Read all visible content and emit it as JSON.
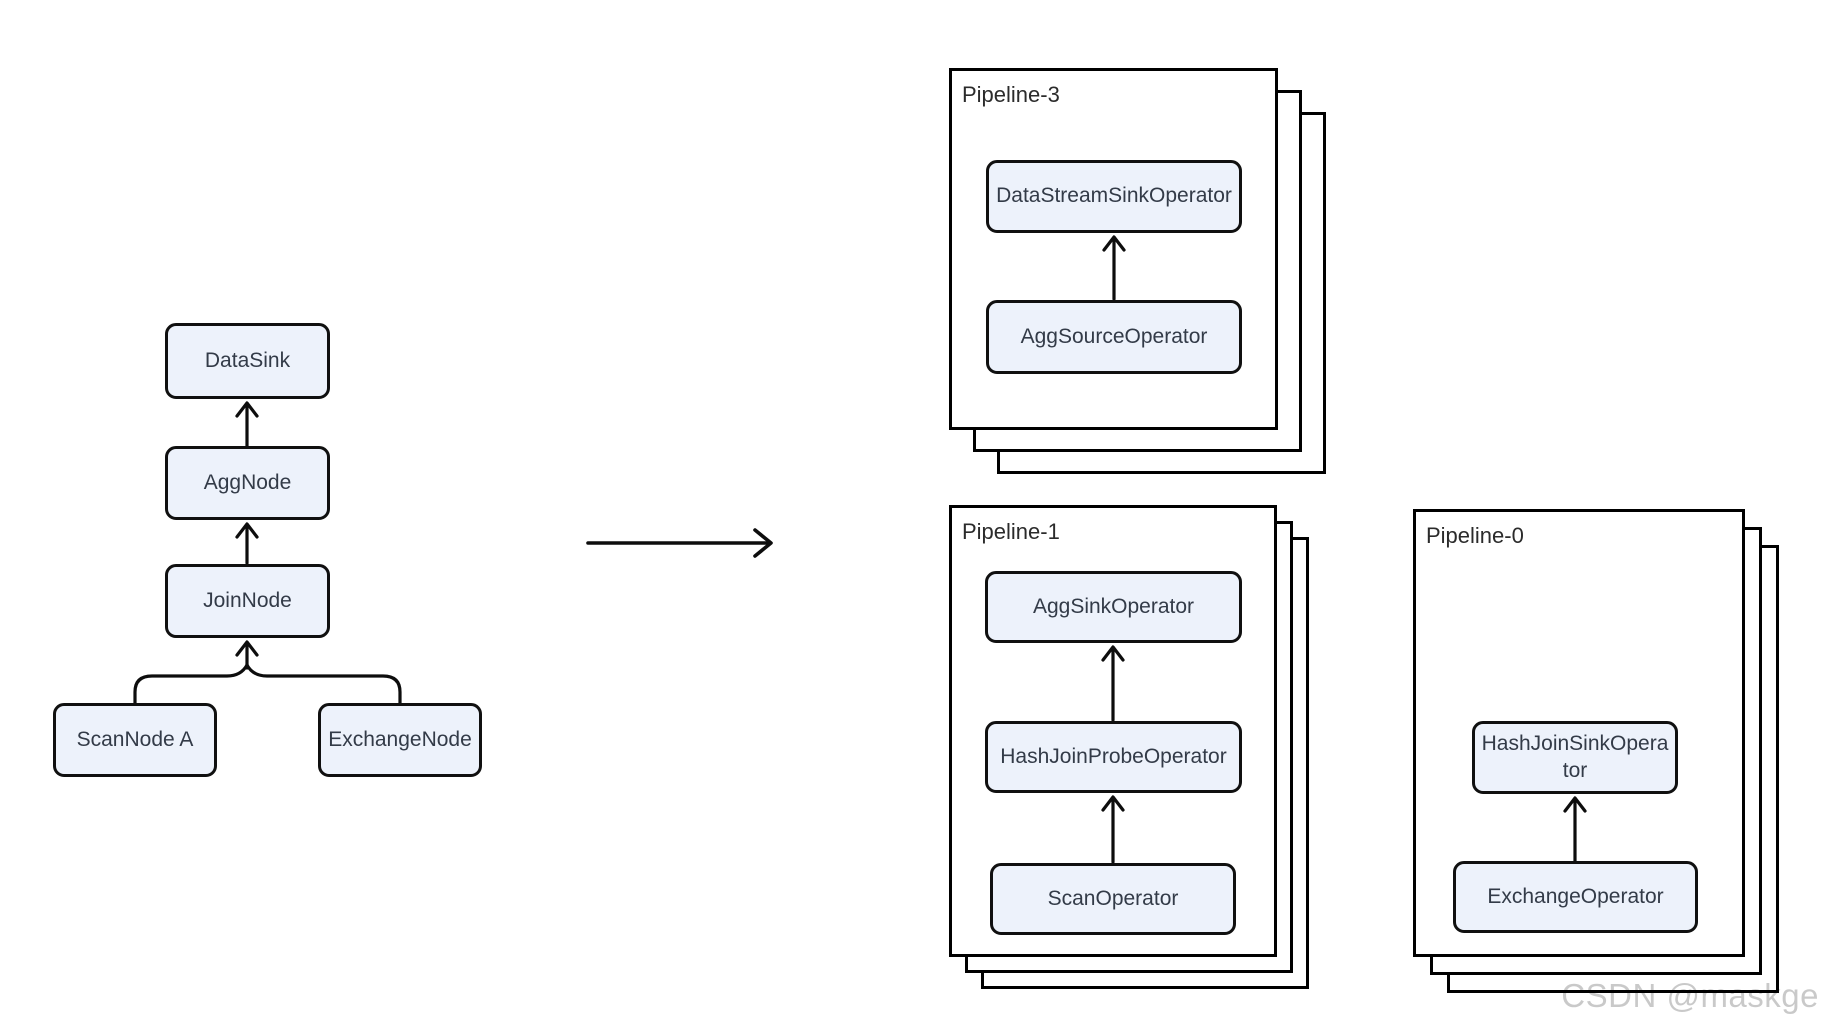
{
  "diagram": {
    "tree": {
      "nodes": [
        {
          "label": "DataSink"
        },
        {
          "label": "AggNode"
        },
        {
          "label": "JoinNode"
        },
        {
          "label": "ScanNode A"
        },
        {
          "label": "ExchangeNode"
        }
      ]
    },
    "pipelines": [
      {
        "label": "Pipeline-3",
        "operators": [
          {
            "label": "DataStreamSinkOperator"
          },
          {
            "label": "AggSourceOperator"
          }
        ]
      },
      {
        "label": "Pipeline-1",
        "operators": [
          {
            "label": "AggSinkOperator"
          },
          {
            "label": "HashJoinProbeOperator"
          },
          {
            "label": "ScanOperator"
          }
        ]
      },
      {
        "label": "Pipeline-0",
        "operators": [
          {
            "label": "HashJoinSinkOperator"
          },
          {
            "label": "ExchangeOperator"
          }
        ]
      }
    ],
    "watermark": "CSDN @maskge",
    "colors": {
      "node_fill": "#edf2fb",
      "node_border": "#101010",
      "node_text": "#333b48",
      "card_fill": "#ffffff",
      "card_border": "#000000",
      "connector_line": "#0d0d0d",
      "watermark_text": "#c9c9c9"
    },
    "icons": [
      {
        "name": "arrow-up-icon"
      },
      {
        "name": "transform-right-arrow-icon"
      },
      {
        "name": "branch-connector"
      }
    ]
  }
}
